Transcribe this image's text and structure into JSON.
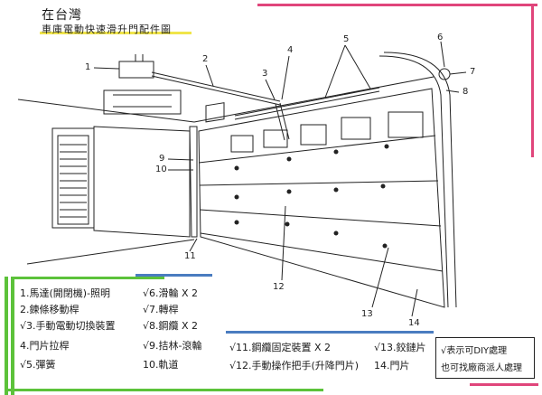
{
  "title": "在台灣",
  "subtitle": "車庫電動快速滑升門配件圖",
  "colors": {
    "line": "#222222",
    "pink": "#e0457b",
    "green": "#5cc23a",
    "blue": "#4a7cc0",
    "yellow": "#f0e54a"
  },
  "callouts": [
    {
      "id": "c1",
      "text": "1"
    },
    {
      "id": "c2",
      "text": "2"
    },
    {
      "id": "c3",
      "text": "3"
    },
    {
      "id": "c4",
      "text": "4"
    },
    {
      "id": "c5",
      "text": "5"
    },
    {
      "id": "c6",
      "text": "6"
    },
    {
      "id": "c7",
      "text": "7"
    },
    {
      "id": "c8",
      "text": "8"
    },
    {
      "id": "c9",
      "text": "9"
    },
    {
      "id": "c10",
      "text": "10"
    },
    {
      "id": "c11",
      "text": "11"
    },
    {
      "id": "c12",
      "text": "12"
    },
    {
      "id": "c13",
      "text": "13"
    },
    {
      "id": "c14",
      "text": "14"
    }
  ],
  "legend": {
    "col1": [
      "1.馬達(開閉機)-照明",
      "2.鍊條移動桿",
      "√3.手動電動切換裝置",
      "4.門片拉桿",
      "√5.彈簧"
    ],
    "col2": [
      "√6.滑輪 X 2",
      "√7.轉桿",
      "√8.鋼纜 X 2",
      "√9.拮林-滾輪",
      "10.軌道"
    ],
    "col3": [
      "√11.鋼纜固定裝置 X 2",
      "√12.手動操作把手(升降門片)"
    ],
    "col4": [
      "√13.鉸鏈片",
      "14.門片"
    ]
  },
  "note": [
    "√表示可DIY處理",
    "也可找廠商派人處理"
  ]
}
